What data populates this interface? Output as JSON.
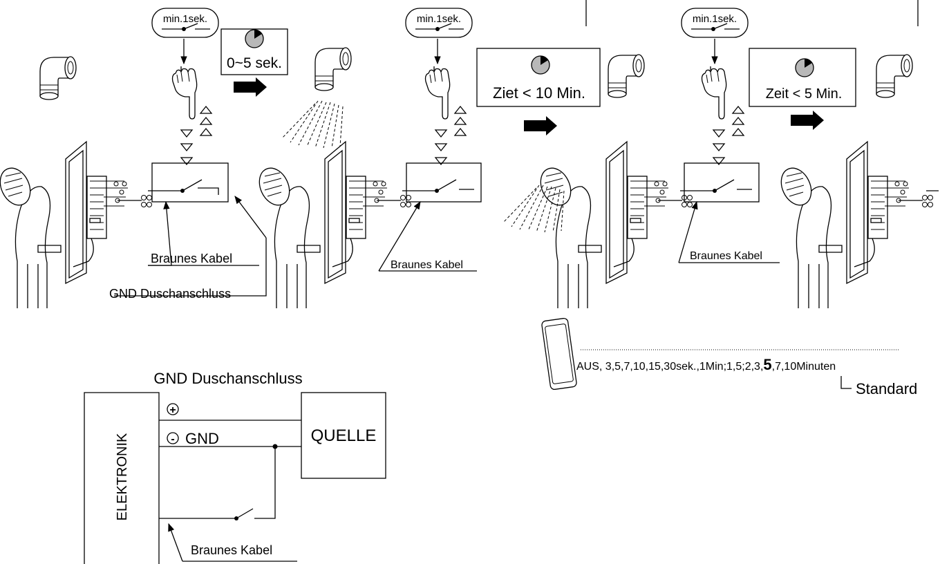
{
  "steps": [
    {
      "button": "min.1sek.",
      "timer": "0~5 sek."
    },
    {
      "button": "min.1sek.",
      "timer": "Ziet < 10 Min."
    },
    {
      "button": "min.1sek.",
      "timer": "Zeit < 5 Min."
    }
  ],
  "labels": {
    "braunes_kabel": "Braunes Kabel",
    "gnd_duschanschluss": "GND Duschanschluss"
  },
  "settings": {
    "options_before": "AUS, 3,5,7,10,15,30sek.,1Min;1,5;2,3,",
    "default_value": "5",
    "options_after": ",7,10Minuten",
    "default_label": "Standard"
  },
  "schematic": {
    "title": "GND Duschanschluss",
    "electronics": "ELEKTRONIK",
    "source": "QUELLE",
    "plus": "+",
    "minus": "-",
    "gnd": "GND",
    "cable": "Braunes Kabel"
  }
}
